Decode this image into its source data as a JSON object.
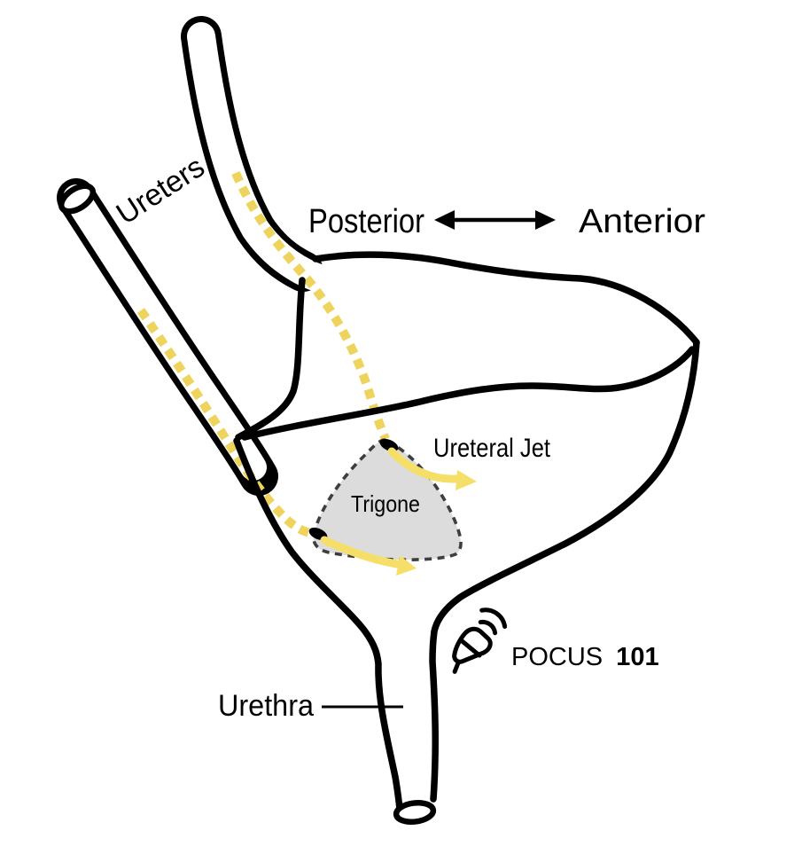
{
  "diagram": {
    "labels": {
      "ureters": "Ureters",
      "posterior": "Posterior",
      "anterior": "Anterior",
      "ureteral_jet": "Ureteral Jet",
      "trigone": "Trigone",
      "urethra": "Urethra",
      "brand": "POCUS",
      "brand_number": "101"
    },
    "colors": {
      "ink": "#000000",
      "paper": "#ffffff",
      "jet_yellow": "#EED35C",
      "jet_arrow_yellow": "#F5DF68",
      "trigone_fill": "#DCDCDC",
      "trigone_border": "#3E3E3E"
    }
  }
}
